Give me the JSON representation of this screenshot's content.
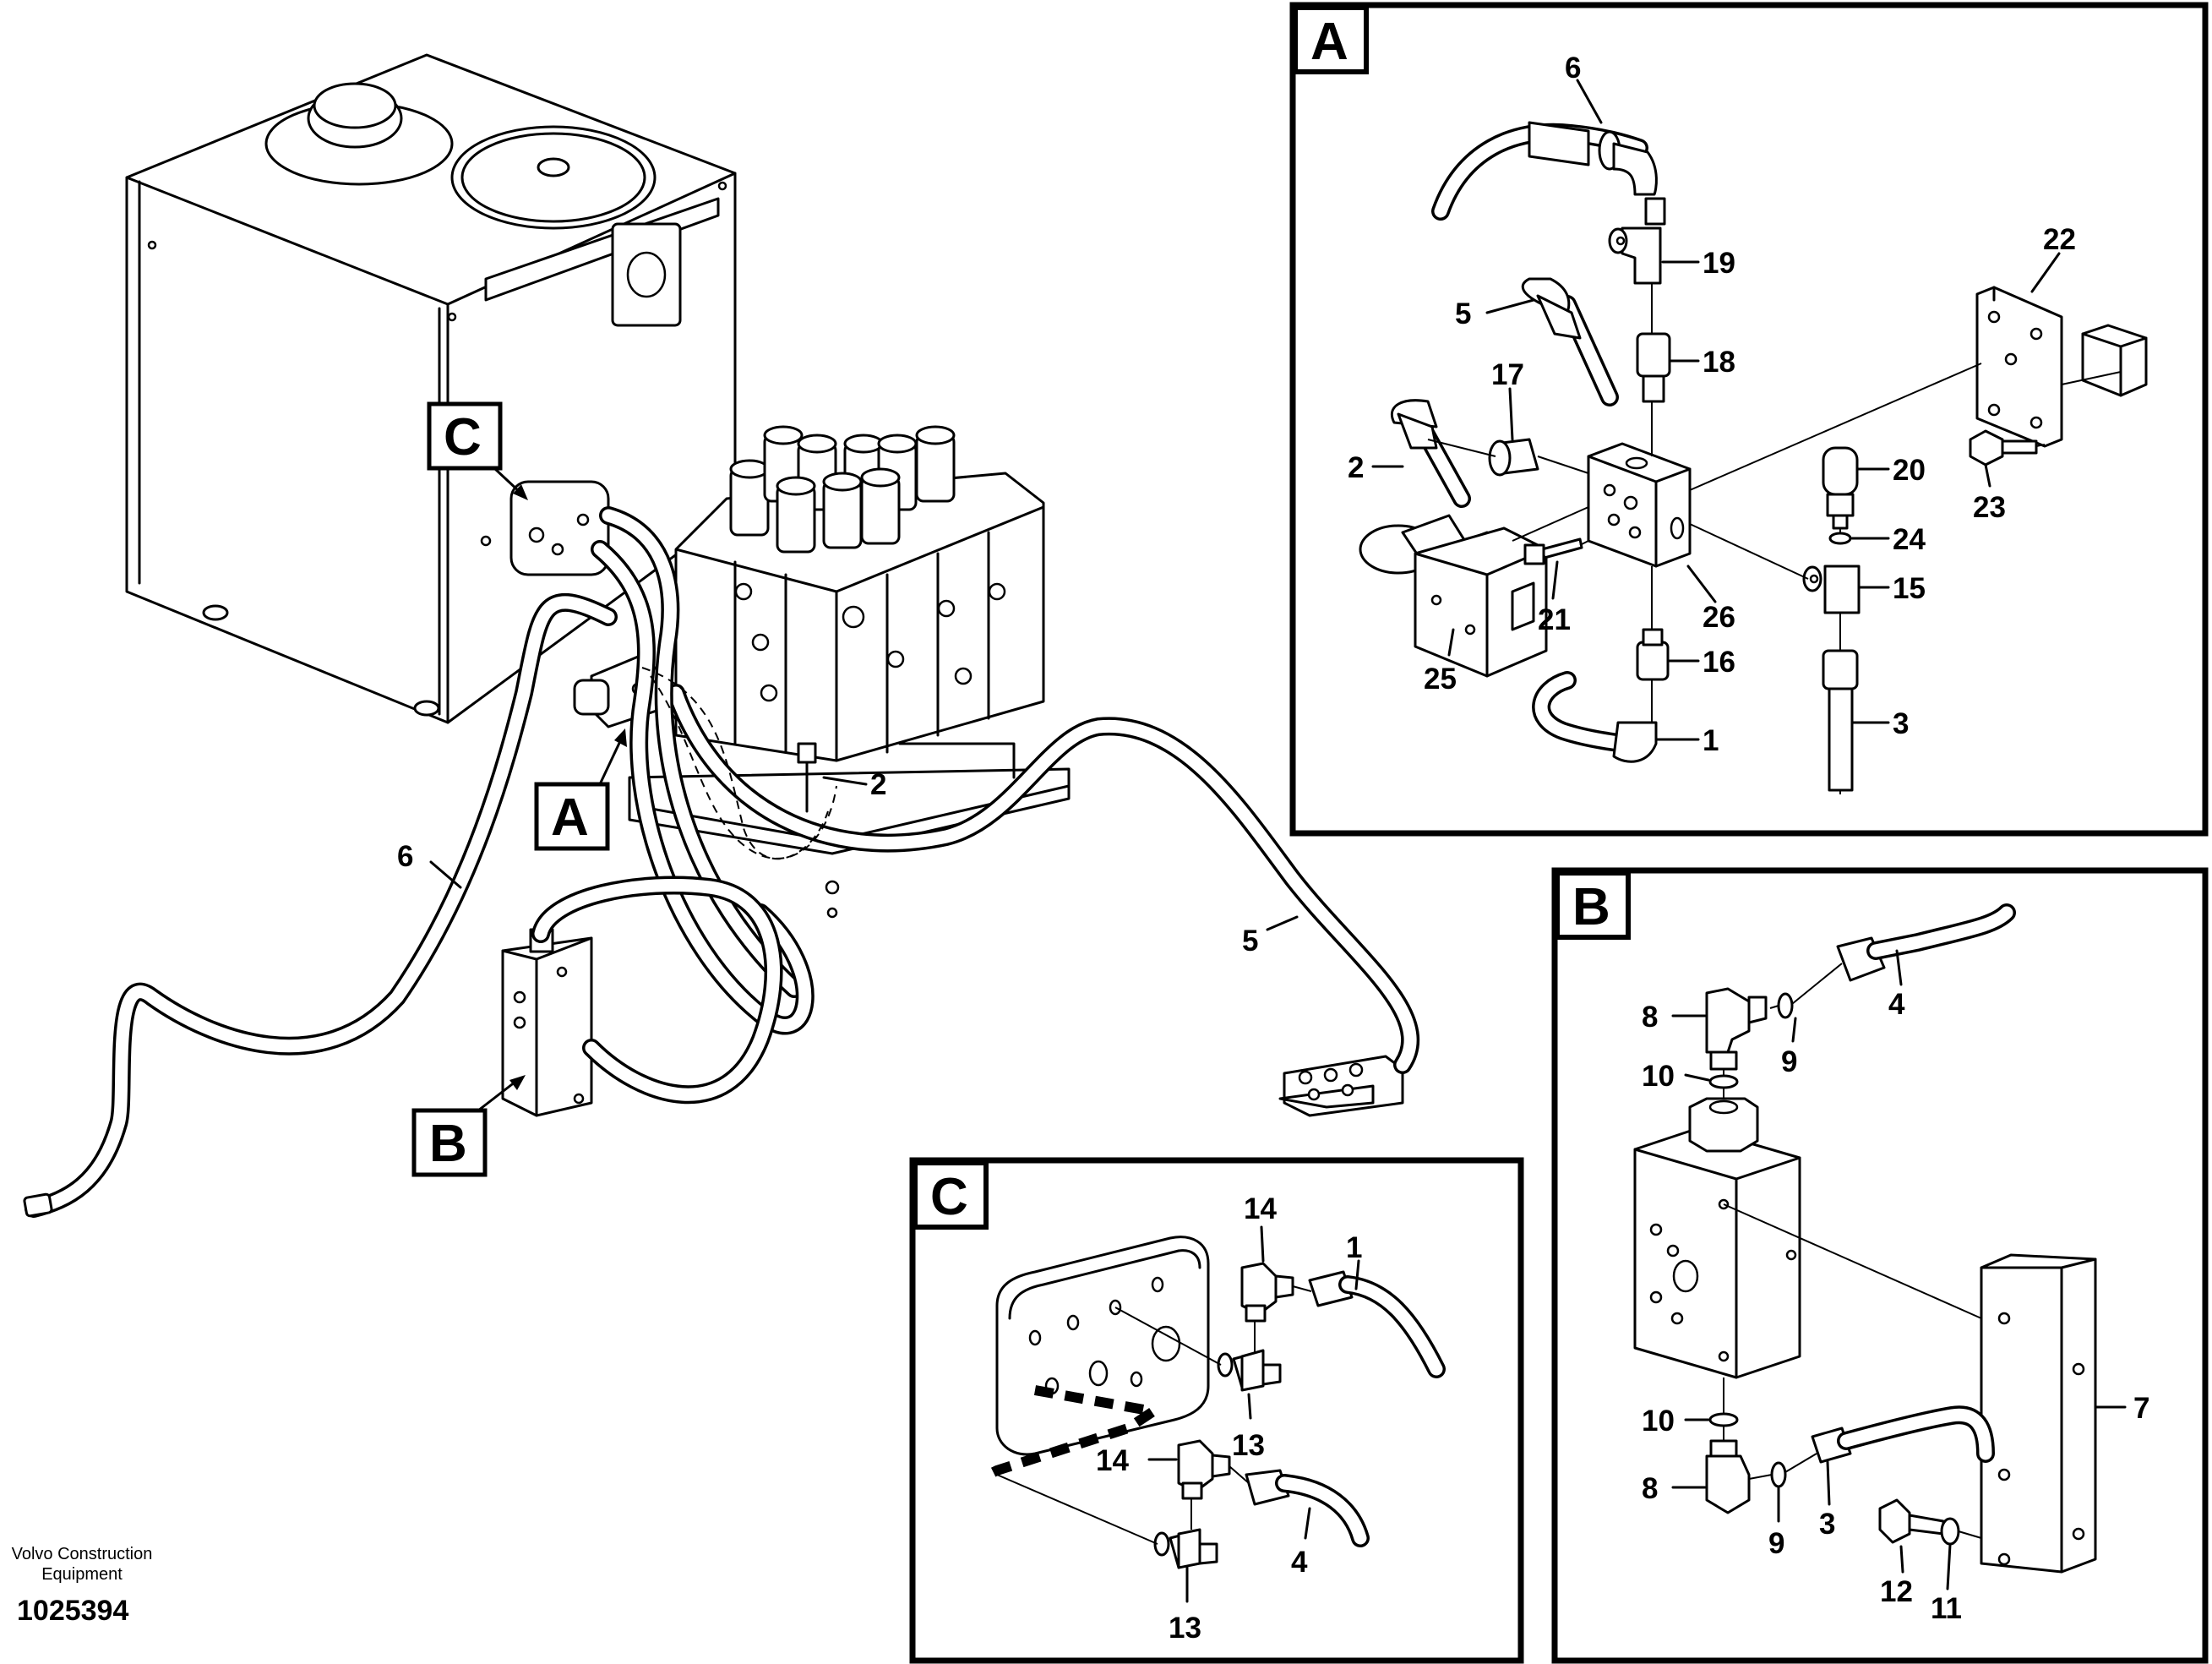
{
  "footer": {
    "brand_line1": "Volvo Construction",
    "brand_line2": "Equipment",
    "drawing_number": "1025394"
  },
  "detail_tags": {
    "A": "A",
    "B": "B",
    "C": "C"
  },
  "overview_labels": {
    "hose_6": "6",
    "hose_5": "5",
    "hose_2": "2"
  },
  "detail_A_labels": {
    "p6": "6",
    "p19": "19",
    "p5": "5",
    "p18": "18",
    "p22": "22",
    "p17": "17",
    "p2": "2",
    "p20": "20",
    "p23": "23",
    "p24": "24",
    "p15": "15",
    "p21": "21",
    "p26": "26",
    "p16": "16",
    "p25": "25",
    "p1": "1",
    "p3": "3"
  },
  "detail_B_labels": {
    "p8a": "8",
    "p9a": "9",
    "p4": "4",
    "p10a": "10",
    "p7": "7",
    "p10b": "10",
    "p8b": "8",
    "p9b": "9",
    "p3": "3",
    "p12": "12",
    "p11": "11"
  },
  "detail_C_labels": {
    "p14a": "14",
    "p1": "1",
    "p13a": "13",
    "p14b": "14",
    "p4": "4",
    "p13b": "13"
  }
}
